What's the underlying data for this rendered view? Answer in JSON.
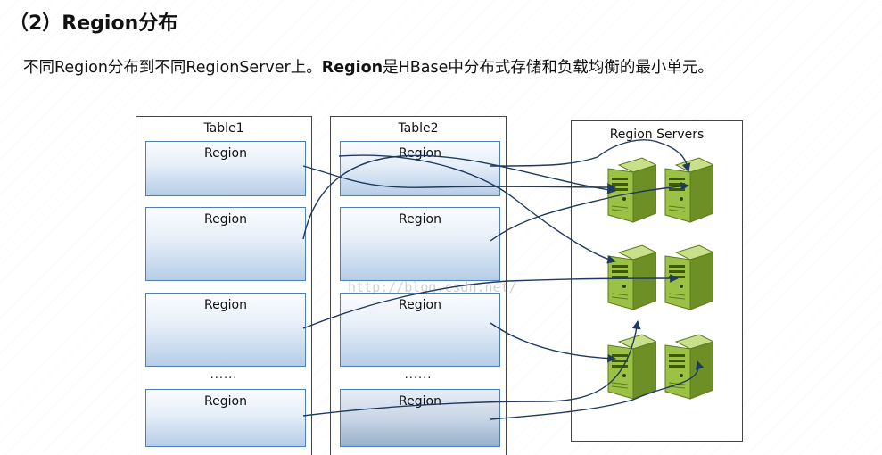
{
  "heading": "（2）Region分布",
  "paragraph": {
    "part1": "不同Region分布到不同RegionServer上。",
    "bold": "Region",
    "part2": "是HBase中分布式存储和负载均衡的最小单元。"
  },
  "diagram": {
    "table1": {
      "title": "Table1",
      "regions": [
        "Region",
        "Region",
        "Region",
        "Region"
      ],
      "ellipsis": "......"
    },
    "table2": {
      "title": "Table2",
      "regions": [
        "Region",
        "Region",
        "Region",
        "Region"
      ],
      "ellipsis": "......"
    },
    "servers": {
      "title": "Region Servers",
      "icon": "server-icon",
      "server_color": "#8fb339"
    }
  },
  "watermark": "http://blog.csdn.net/",
  "colors": {
    "region_border": "#4d7fb5",
    "arrow": "#1f3a5f"
  }
}
